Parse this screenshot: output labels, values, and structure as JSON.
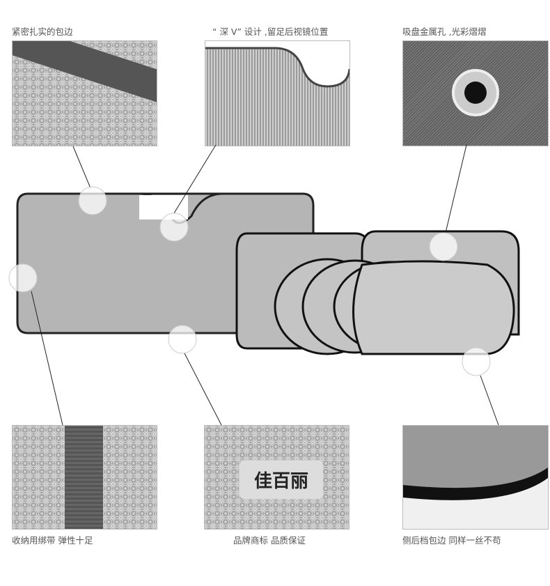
{
  "captions": {
    "top_left": "紧密扎实的包边",
    "top_center": "“ 深 V” 设计 ,留足后视镜位置",
    "top_right": "吸盘金属孔 ,光彩熠熠",
    "bottom_left": "收纳用绑带 弹性十足",
    "bottom_center": "品牌商标 品质保证",
    "bottom_right": "侧后档包边 同样一丝不苟"
  },
  "brand_logo": "佳百丽®"
}
